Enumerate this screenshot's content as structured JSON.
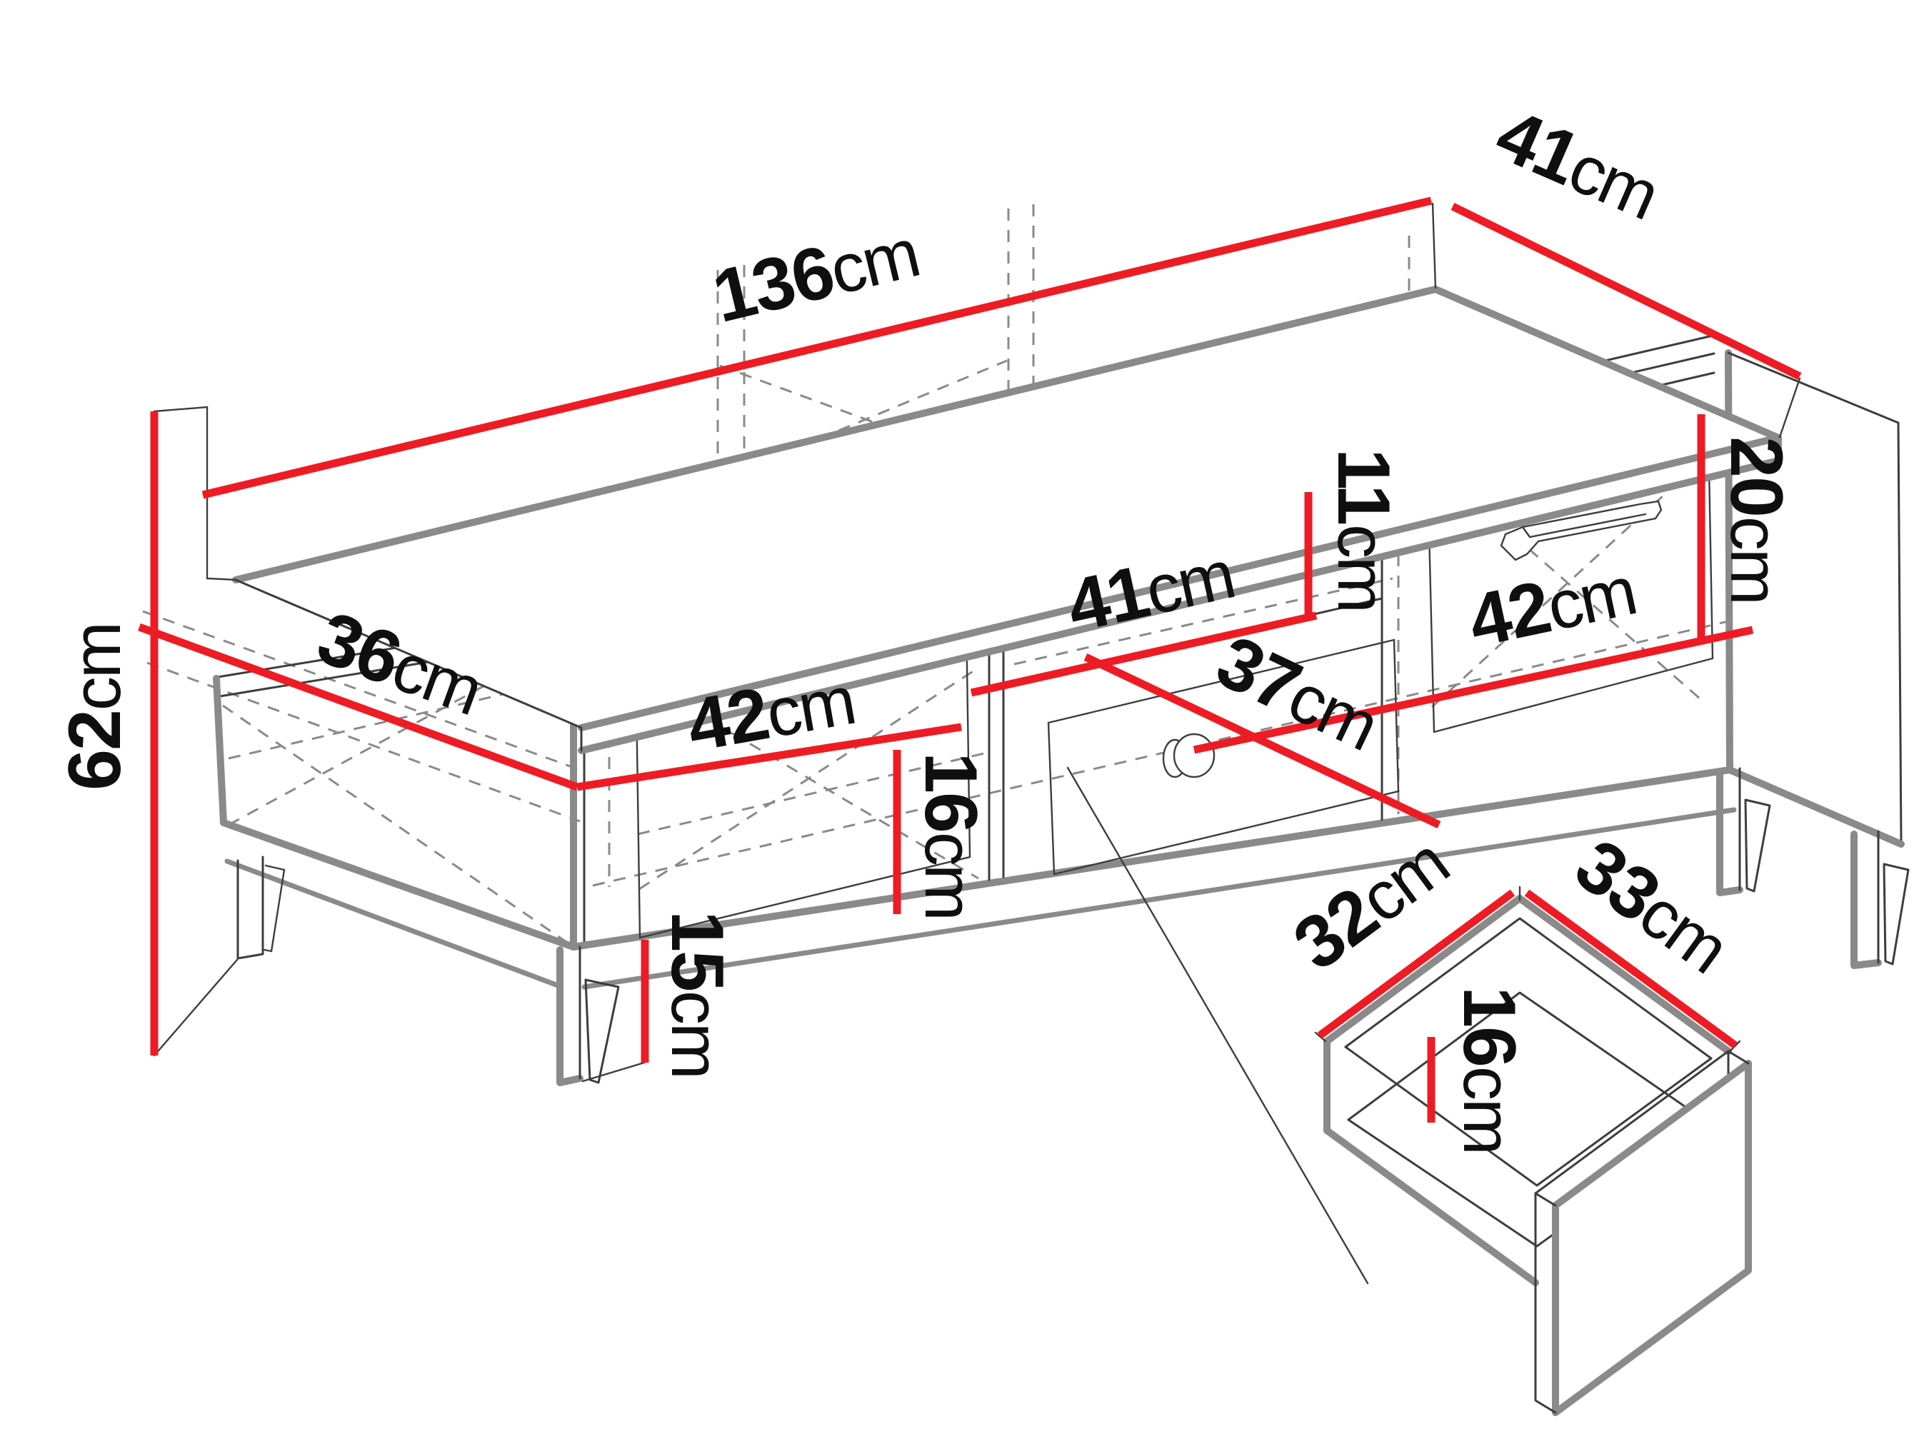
{
  "diagram": {
    "title": "TV cabinet dimension drawing",
    "colors": {
      "dimension_red": "#ed1c24",
      "outline_gray": "#8a8a8a",
      "line_dark": "#3d3d3d",
      "text": "#0f0f0f",
      "background": "#ffffff"
    },
    "dimensions": {
      "top_width": {
        "value": "136",
        "unit": "cm"
      },
      "top_depth": {
        "value": "41",
        "unit": "cm"
      },
      "overall_height": {
        "value": "62",
        "unit": "cm"
      },
      "interior_depth": {
        "value": "36",
        "unit": "cm"
      },
      "left_drawer_width": {
        "value": "42",
        "unit": "cm"
      },
      "left_drawer_box_height": {
        "value": "16",
        "unit": "cm"
      },
      "leg_height": {
        "value": "15",
        "unit": "cm"
      },
      "niche_width": {
        "value": "41",
        "unit": "cm"
      },
      "niche_height": {
        "value": "11",
        "unit": "cm"
      },
      "middle_drawer_width": {
        "value": "37",
        "unit": "cm"
      },
      "right_drawer_width": {
        "value": "42",
        "unit": "cm"
      },
      "right_drawer_height": {
        "value": "20",
        "unit": "cm"
      },
      "drawer_box_depth": {
        "value": "32",
        "unit": "cm"
      },
      "drawer_box_width": {
        "value": "33",
        "unit": "cm"
      },
      "drawer_box_height": {
        "value": "16",
        "unit": "cm"
      }
    }
  }
}
